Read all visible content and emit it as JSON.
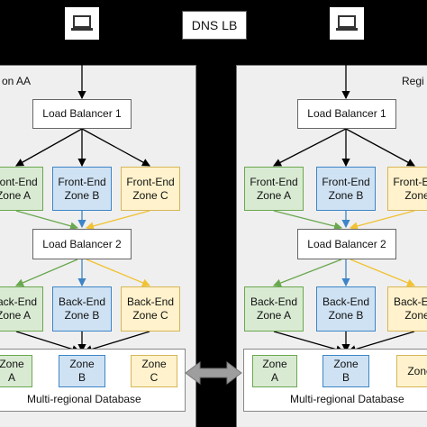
{
  "dns_lb": "DNS LB",
  "left_region": {
    "title": "on AA",
    "load_balancer_1": "Load Balancer 1",
    "load_balancer_2": "Load Balancer 2",
    "frontend": [
      "Front-End\nZone A",
      "Front-End\nZone B",
      "Front-End\nZone C"
    ],
    "backend": [
      "Back-End\nZone A",
      "Back-End\nZone B",
      "Back-End\nZone C"
    ],
    "db_zones": [
      "Zone\nA",
      "Zone\nB",
      "Zone\nC"
    ],
    "db_label": "Multi-regional Database"
  },
  "right_region": {
    "title": "Regi",
    "load_balancer_1": "Load Balancer 1",
    "load_balancer_2": "Load Balancer 2",
    "frontend": [
      "Front-End\nZone A",
      "Front-End\nZone B",
      "Front-End\nZone"
    ],
    "backend": [
      "Back-End\nZone A",
      "Back-End\nZone B",
      "Back-End\nZone"
    ],
    "db_zones": [
      "Zone\nA",
      "Zone\nB",
      "Zone"
    ],
    "db_label": "Multi-regional Database"
  },
  "colors": {
    "green": "#6aa84f",
    "blue": "#3d85c6",
    "yellow": "#f1c232",
    "arrow": "#000000"
  },
  "icons": [
    "laptop-icon",
    "laptop-icon",
    "bidirectional-arrow-icon"
  ]
}
